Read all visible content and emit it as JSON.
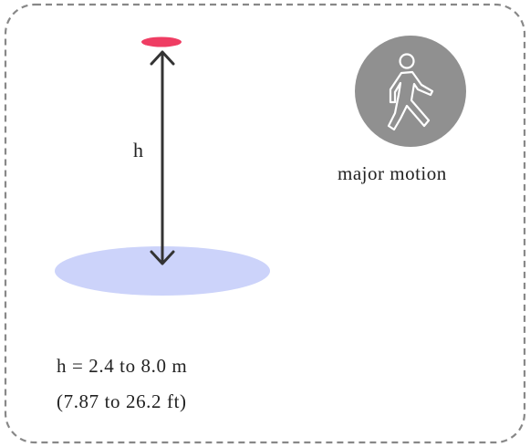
{
  "diagram": {
    "height_symbol": "h",
    "motion_type": "major motion",
    "motion_icon": "walking-person-icon",
    "range_metric": "h = 2.4  to  8.0 m",
    "range_imperial": "(7.87 to  26.2 ft)"
  },
  "colors": {
    "sensor": "#ef3d63",
    "coverage": "#ccd3fa",
    "arrow": "#333333",
    "icon_circle": "#909090",
    "border": "#888888"
  }
}
